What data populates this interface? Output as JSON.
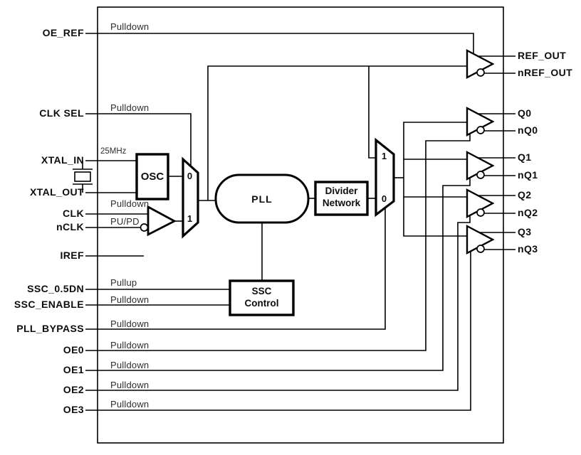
{
  "pins": {
    "oe_ref": "OE_REF",
    "clk_sel": "CLK SEL",
    "xtal_in": "XTAL_IN",
    "xtal_out": "XTAL_OUT",
    "clk": "CLK",
    "nclk": "nCLK",
    "iref": "IREF",
    "ssc_05dn": "SSC_0.5DN",
    "ssc_enable": "SSC_ENABLE",
    "pll_bypass": "PLL_BYPASS",
    "oe0": "OE0",
    "oe1": "OE1",
    "oe2": "OE2",
    "oe3": "OE3"
  },
  "outputs": {
    "ref_out": "REF_OUT",
    "nref_out": "nREF_OUT",
    "q0": "Q0",
    "nq0": "nQ0",
    "q1": "Q1",
    "nq1": "nQ1",
    "q2": "Q2",
    "nq2": "nQ2",
    "q3": "Q3",
    "nq3": "nQ3"
  },
  "annotations": {
    "oe_ref_pull": "Pulldown",
    "clk_sel_pull": "Pulldown",
    "xtal_freq": "25MHz",
    "clk_pull": "Pulldown",
    "nclk_pull": "PU/PD",
    "ssc_05dn_pull": "Pullup",
    "ssc_enable_pull": "Pulldown",
    "pll_bypass_pull": "Pulldown",
    "oe0_pull": "Pulldown",
    "oe1_pull": "Pulldown",
    "oe2_pull": "Pulldown",
    "oe3_pull": "Pulldown"
  },
  "blocks": {
    "osc": "OSC",
    "pll": "PLL",
    "divider_line1": "Divider",
    "divider_line2": "Network",
    "ssc_line1": "SSC",
    "ssc_line2": "Control"
  },
  "mux": {
    "input_mux_top": "0",
    "input_mux_bottom": "1",
    "bypass_mux_top": "1",
    "bypass_mux_bottom": "0"
  },
  "colors": {
    "line": "#000000",
    "label_text": "#0d0d0d",
    "annotation_text": "#2e2e2e",
    "background": "#ffffff"
  }
}
